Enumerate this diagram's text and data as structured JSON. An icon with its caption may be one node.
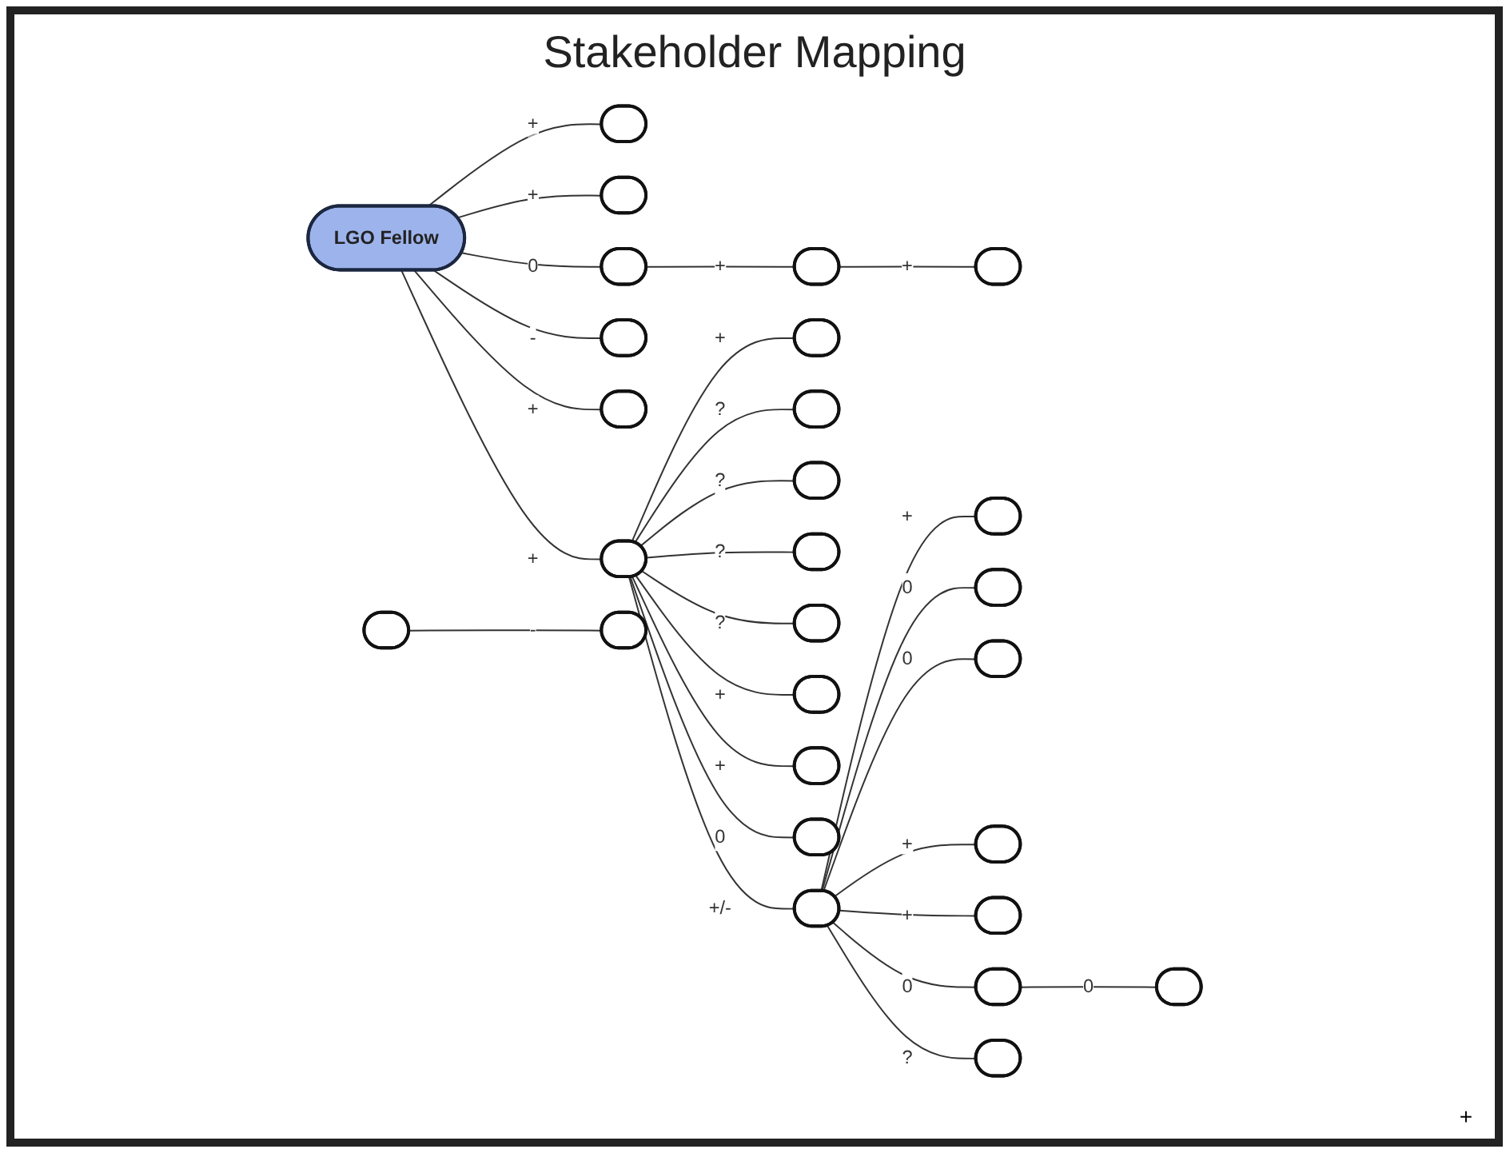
{
  "diagram": {
    "title": "Stakeholder Mapping",
    "nodes": [
      {
        "text": [
          "LGO Fellow"
        ]
      },
      {
        "text": [],
        "shape": "ellipse"
      },
      {
        "text": [],
        "shape": "ellipse"
      },
      {
        "text": [],
        "shape": "ellipse"
      },
      {
        "text": [],
        "shape": "ellipse"
      },
      {
        "text": [],
        "shape": "ellipse"
      },
      {
        "text": [],
        "shape": "ellipse"
      },
      {
        "text": [],
        "shape": "ellipse"
      },
      {
        "text": [],
        "shape": "ellipse"
      },
      {
        "text": [],
        "shape": "ellipse"
      },
      {
        "text": [],
        "shape": "ellipse"
      },
      {
        "text": [],
        "shape": "ellipse"
      },
      {
        "text": [],
        "shape": "ellipse"
      },
      {
        "text": [],
        "shape": "ellipse"
      },
      {
        "text": [],
        "shape": "ellipse"
      },
      {
        "text": [],
        "shape": "ellipse"
      },
      {
        "text": [],
        "shape": "ellipse"
      },
      {
        "text": [],
        "shape": "ellipse"
      },
      {
        "text": [],
        "shape": "ellipse"
      },
      {
        "text": [],
        "shape": "ellipse"
      },
      {
        "text": [],
        "shape": "ellipse"
      },
      {
        "text": [],
        "shape": "ellipse"
      },
      {
        "text": [],
        "shape": "ellipse"
      },
      {
        "text": [],
        "shape": "ellipse"
      },
      {
        "text": [],
        "shape": "ellipse"
      },
      {
        "text": [],
        "shape": "ellipse"
      },
      {
        "text": [],
        "shape": "ellipse"
      },
      {
        "text": [],
        "shape": "ellipse"
      }
    ],
    "edges": [
      {
        "from": 0,
        "to": 4,
        "arrow": "none",
        "label": "+"
      },
      {
        "from": 0,
        "to": 1,
        "arrow": "none",
        "label": "+"
      },
      {
        "from": 0,
        "to": 5,
        "arrow": "none",
        "label": "0"
      },
      {
        "from": 0,
        "to": 7,
        "arrow": "none",
        "label": "-"
      },
      {
        "from": 0,
        "to": 12,
        "arrow": "none",
        "label": "+"
      },
      {
        "from": 0,
        "to": 16,
        "arrow": "none",
        "label": "+"
      },
      {
        "from": 5,
        "to": 2,
        "arrow": "none",
        "label": "+"
      },
      {
        "from": 2,
        "to": 6,
        "arrow": "none",
        "label": "+"
      },
      {
        "from": 3,
        "to": 11,
        "arrow": "none",
        "label": "-"
      },
      {
        "from": 16,
        "to": 9,
        "arrow": "none",
        "label": "+"
      },
      {
        "from": 16,
        "to": 8,
        "arrow": "none",
        "label": "?"
      },
      {
        "from": 16,
        "to": 10,
        "arrow": "none",
        "label": "?"
      },
      {
        "from": 16,
        "to": 15,
        "arrow": "none",
        "label": "?"
      },
      {
        "from": 16,
        "to": 20,
        "arrow": "none",
        "label": "?"
      },
      {
        "from": 16,
        "to": 21,
        "arrow": "none",
        "label": "+"
      },
      {
        "from": 16,
        "to": 24,
        "arrow": "none",
        "label": "+"
      },
      {
        "from": 16,
        "to": 13,
        "arrow": "none",
        "label": "0"
      },
      {
        "from": 16,
        "to": 17,
        "arrow": "none",
        "label": "+/-"
      },
      {
        "from": 17,
        "to": 14,
        "arrow": "none",
        "label": "+"
      },
      {
        "from": 17,
        "to": 18,
        "arrow": "none",
        "label": "0"
      },
      {
        "from": 17,
        "to": 22,
        "arrow": "none",
        "label": "0"
      },
      {
        "from": 17,
        "to": 26,
        "arrow": "none",
        "label": "+"
      },
      {
        "from": 17,
        "to": 27,
        "arrow": "none",
        "label": "+"
      },
      {
        "from": 17,
        "to": 23,
        "arrow": "none",
        "label": "0"
      },
      {
        "from": 17,
        "to": 19,
        "arrow": "none",
        "label": "?"
      },
      {
        "from": 23,
        "to": 25,
        "arrow": "none",
        "label": "0"
      }
    ],
    "labels": [
      "+"
    ]
  }
}
